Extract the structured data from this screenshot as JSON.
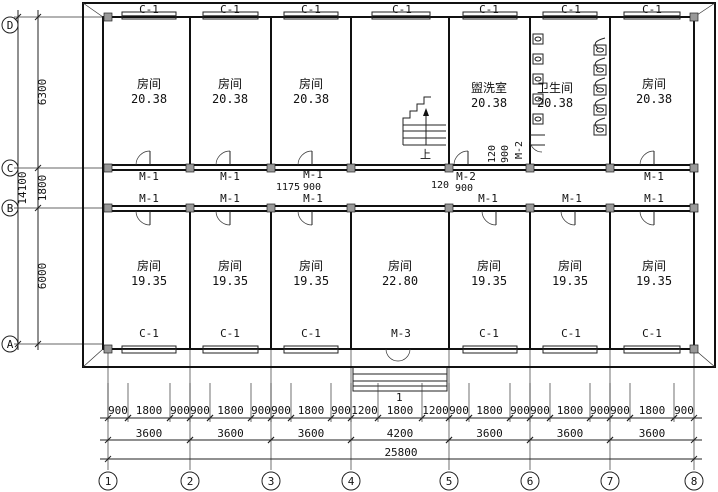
{
  "axes": {
    "numbers": [
      "1",
      "2",
      "3",
      "4",
      "5",
      "6",
      "7",
      "8"
    ],
    "letters": [
      "A",
      "B",
      "C",
      "D"
    ]
  },
  "rooms": [
    {
      "name": "房间",
      "area": "20.38"
    },
    {
      "name": "房间",
      "area": "20.38"
    },
    {
      "name": "房间",
      "area": "20.38"
    },
    {
      "name": "盥洗室",
      "area": "20.38"
    },
    {
      "name": "卫生间",
      "area": "20.38"
    },
    {
      "name": "房间",
      "area": "20.38"
    },
    {
      "name": "房间",
      "area": "19.35"
    },
    {
      "name": "房间",
      "area": "19.35"
    },
    {
      "name": "房间",
      "area": "19.35"
    },
    {
      "name": "房间",
      "area": "22.80"
    },
    {
      "name": "房间",
      "area": "19.35"
    },
    {
      "name": "房间",
      "area": "19.35"
    },
    {
      "name": "房间",
      "area": "19.35"
    }
  ],
  "labels": {
    "window": "C-1",
    "door1": "M-1",
    "door2": "M-2",
    "door3": "M-3",
    "stair": "上",
    "step": "1"
  },
  "dims": {
    "d900": "900",
    "d1800": "1800",
    "d1200": "1200",
    "d3600": "3600",
    "d4200": "4200",
    "d25800": "25800",
    "d6300": "6300",
    "d6000": "6000",
    "d14100": "14100",
    "d120": "120",
    "d1175": "1175"
  }
}
